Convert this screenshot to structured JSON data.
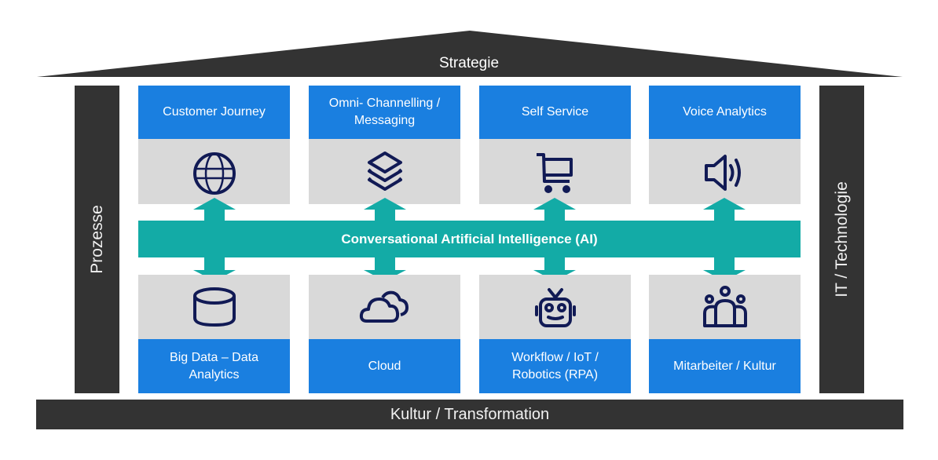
{
  "roof": {
    "label": "Strategie"
  },
  "pillars": {
    "left": "Prozesse",
    "right": "IT / Technologie"
  },
  "base": {
    "label": "Kultur / Transformation"
  },
  "ai_bar": {
    "label": "Conversational Artificial Intelligence (AI)"
  },
  "top_row": [
    {
      "label": "Customer Journey",
      "icon": "globe-icon"
    },
    {
      "label": "Omni- Channelling / Messaging",
      "icon": "layers-icon"
    },
    {
      "label": "Self Service",
      "icon": "shopping-cart-icon"
    },
    {
      "label": "Voice Analytics",
      "icon": "speaker-icon"
    }
  ],
  "bottom_row": [
    {
      "label": "Big Data – Data Analytics",
      "icon": "database-icon"
    },
    {
      "label": "Cloud",
      "icon": "cloud-icon"
    },
    {
      "label": "Workflow / IoT / Robotics (RPA)",
      "icon": "robot-icon"
    },
    {
      "label": "Mitarbeiter / Kultur",
      "icon": "people-icon"
    }
  ],
  "colors": {
    "dark": "#333333",
    "blue": "#1a7fe0",
    "grey": "#d9d9d9",
    "teal": "#13aba6",
    "icon": "#111a55"
  }
}
